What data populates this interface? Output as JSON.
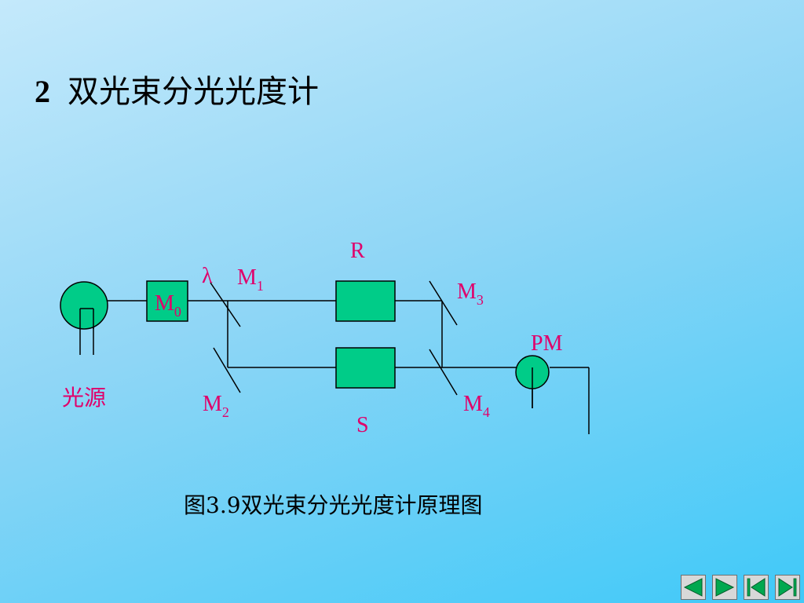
{
  "title": {
    "number": "2",
    "text": "双光束分光光度计"
  },
  "diagram": {
    "labels": {
      "source": "光源",
      "lambda": "λ",
      "m0": "M",
      "m0_sub": "0",
      "m1": "M",
      "m1_sub": "1",
      "m2": "M",
      "m2_sub": "2",
      "m3": "M",
      "m3_sub": "3",
      "m4": "M",
      "m4_sub": "4",
      "r": "R",
      "s": "S",
      "pm": "PM"
    },
    "colors": {
      "component": "#00cc88",
      "label": "#e0006a",
      "line": "#000000"
    }
  },
  "caption": "图3.9双光束分光光度计原理图",
  "nav": [
    {
      "name": "prev",
      "icon": "triangle-left-icon"
    },
    {
      "name": "next",
      "icon": "triangle-right-icon"
    },
    {
      "name": "first",
      "icon": "first-page-icon"
    },
    {
      "name": "last",
      "icon": "last-page-icon"
    }
  ]
}
